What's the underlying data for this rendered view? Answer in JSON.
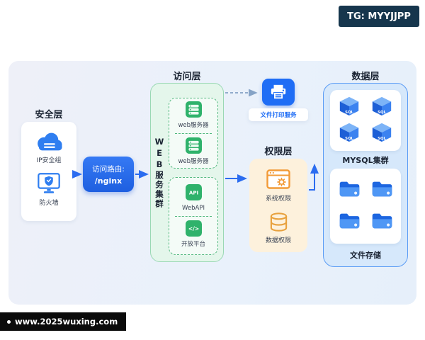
{
  "badges": {
    "tg_label": "TG: MYYJJPP",
    "site_label": "www.2025wuxing.com"
  },
  "diagram": {
    "security": {
      "title": "安全层",
      "ip_group_label": "IP安全组",
      "firewall_label": "防火墙"
    },
    "route": {
      "line1": "访问路由:",
      "line2": "/nginx"
    },
    "access": {
      "title": "访问层",
      "cluster_label": "WEB服务集群",
      "server1_label": "web服务器",
      "server2_label": "web服务器",
      "api_icon_text": "API",
      "api_label": "WebAPI",
      "code_icon_text": "</>",
      "open_platform_label": "开放平台"
    },
    "print_service": {
      "label": "文件打印服务"
    },
    "permission": {
      "title": "权限层",
      "system_label": "系统权限",
      "data_label": "数据权限"
    },
    "data": {
      "title": "数据层",
      "sql_icon_text": "SQL",
      "mysql_label": "MYSQL集群",
      "storage_label": "文件存储"
    }
  },
  "colors": {
    "blue": "#2b6cf0",
    "green": "#2fb26b",
    "orange": "#f2a23c",
    "light_green_bg": "#e4f6eb",
    "light_orange_bg": "#fdf1dc",
    "light_blue_bg": "#d6e8fb"
  }
}
